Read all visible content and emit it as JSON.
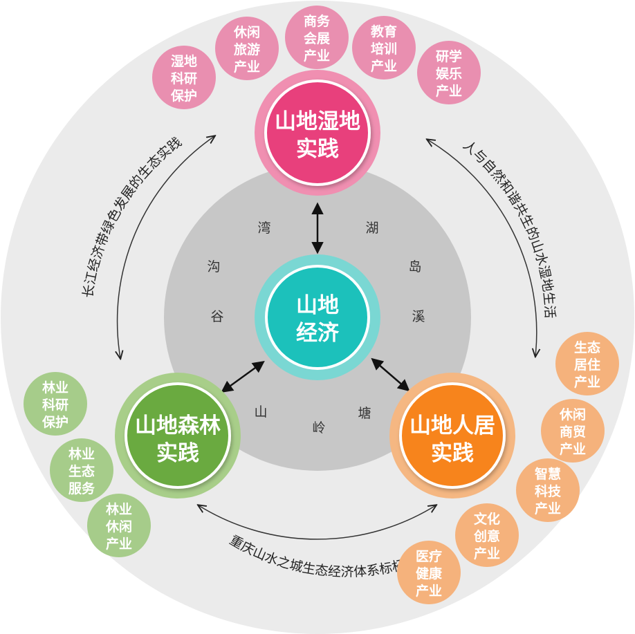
{
  "center": {
    "label": [
      "山地",
      "经济"
    ],
    "color": "#1cc1bb",
    "ring_color": "#7ad7d3"
  },
  "ring_words": [
    "湾",
    "湖",
    "沟",
    "岛",
    "谷",
    "溪",
    "山",
    "岭",
    "塘"
  ],
  "hubs": {
    "wetland": {
      "label": [
        "山地湿地",
        "实践"
      ],
      "color": "#e8417c",
      "ring_color": "#f08fb1"
    },
    "forest": {
      "label": [
        "山地森林",
        "实践"
      ],
      "color": "#6aaa3f",
      "ring_color": "#a8ce89"
    },
    "living": {
      "label": [
        "山地人居",
        "实践"
      ],
      "color": "#f7841f",
      "ring_color": "#f5b782"
    }
  },
  "satellites": {
    "wetland": [
      [
        "湿地",
        "科研",
        "保护"
      ],
      [
        "休闲",
        "旅游",
        "产业"
      ],
      [
        "商务",
        "会展",
        "产业"
      ],
      [
        "教育",
        "培训",
        "产业"
      ],
      [
        "研学",
        "娱乐",
        "产业"
      ]
    ],
    "living": [
      [
        "生态",
        "居住",
        "产业"
      ],
      [
        "休闲",
        "商贸",
        "产业"
      ],
      [
        "智慧",
        "科技",
        "产业"
      ],
      [
        "文化",
        "创意",
        "产业"
      ],
      [
        "医疗",
        "健康",
        "产业"
      ]
    ],
    "forest": [
      [
        "林业",
        "科研",
        "保护"
      ],
      [
        "林业",
        "生态",
        "服务"
      ],
      [
        "林业",
        "休闲",
        "产业"
      ]
    ]
  },
  "arc_labels": {
    "left": "长江经济带绿色发展的生态实践",
    "right": "人与自然和谐共生的山水湿地生活",
    "bottom": "重庆山水之城生态经济体系标杆"
  },
  "colors": {
    "outer_disc": "#ebebeb",
    "inner_disc": "#c7c7c7",
    "pink_bubble": "#e98fb0",
    "green_bubble": "#a6cc8a",
    "orange_bubble": "#f5b27c"
  }
}
